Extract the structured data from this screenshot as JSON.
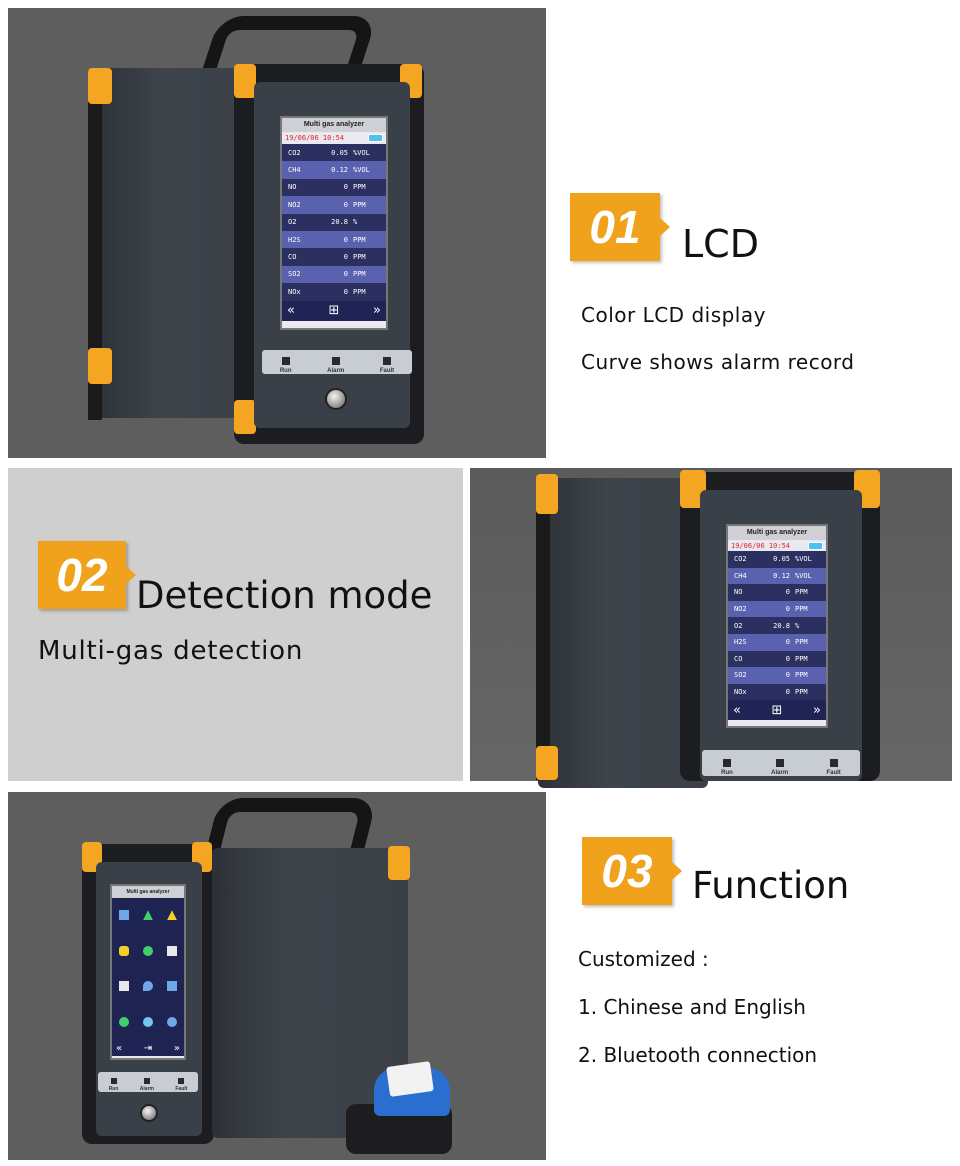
{
  "sections": [
    {
      "number": "01",
      "heading": "LCD",
      "lines": [
        "Color LCD display",
        "Curve shows alarm record"
      ]
    },
    {
      "number": "02",
      "heading": "Detection mode",
      "lines": [
        "Multi-gas detection"
      ]
    },
    {
      "number": "03",
      "heading": "Function",
      "lines": [
        "Customized :",
        "1. Chinese and English",
        "2. Bluetooth connection"
      ]
    }
  ],
  "device": {
    "screen_title": "Multi gas analyzer",
    "datetime": "19/06/06 10:54",
    "readings": [
      {
        "gas": "CO2",
        "value": "0.05",
        "unit": "%VOL"
      },
      {
        "gas": "CH4",
        "value": "0.12",
        "unit": "%VOL"
      },
      {
        "gas": "NO",
        "value": "0",
        "unit": "PPM"
      },
      {
        "gas": "NO2",
        "value": "0",
        "unit": "PPM"
      },
      {
        "gas": "O2",
        "value": "20.8",
        "unit": "%"
      },
      {
        "gas": "H2S",
        "value": "0",
        "unit": "PPM"
      },
      {
        "gas": "CO",
        "value": "0",
        "unit": "PPM"
      },
      {
        "gas": "SO2",
        "value": "0",
        "unit": "PPM"
      },
      {
        "gas": "NOx",
        "value": "0",
        "unit": "PPM"
      }
    ],
    "nav": {
      "prev": "«",
      "home": "⊞",
      "next": "»"
    },
    "indicators": [
      "Run",
      "Alarm",
      "Fault"
    ],
    "menu_screen_title": "Multi gas analyzer",
    "menu_nav": {
      "prev": "«",
      "home": "⇥",
      "next": "»"
    }
  },
  "colors": {
    "badge": "#f0a21d",
    "bumper_accent": "#f4a522",
    "photo_bg": "#5e5e5e",
    "text_block_bg": "#cfcfcf",
    "alarm_text": "#e2202b"
  }
}
